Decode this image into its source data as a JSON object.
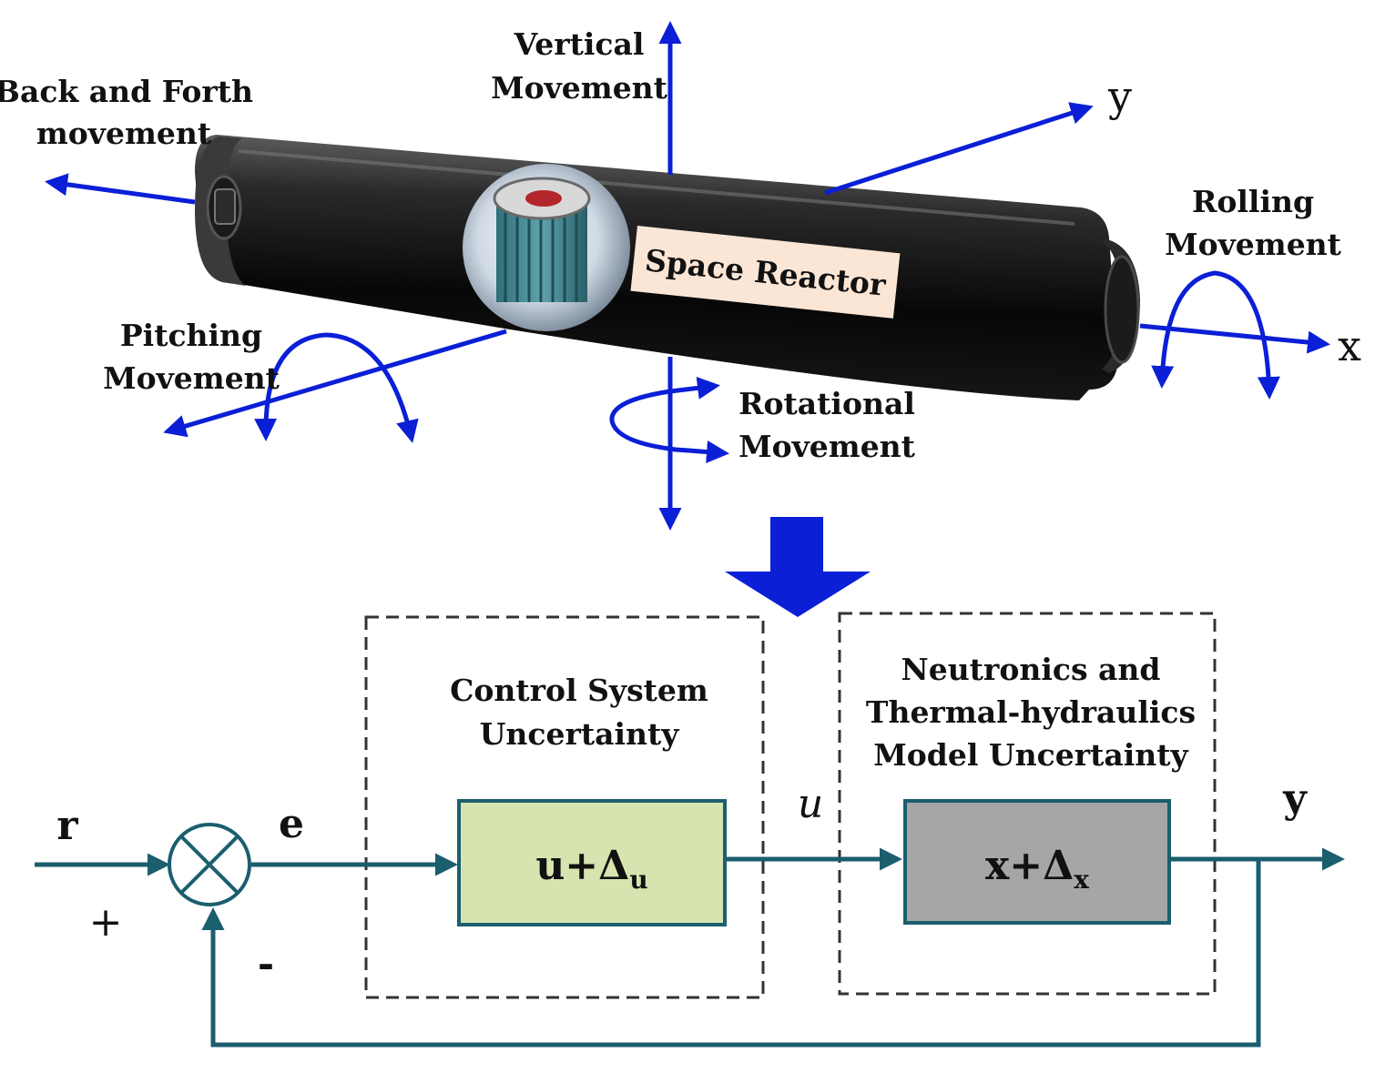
{
  "colors": {
    "arrow_blue": "#0a1fd6",
    "flow_teal": "#1b5e6e",
    "cylinder_dark": "#111111",
    "label_bg": "#fbe6d6",
    "controller_fill": "#d7e4b0",
    "plant_fill": "#a6a6a6",
    "dash": "#333333"
  },
  "top": {
    "labels": {
      "back_forth_1": "Back and Forth",
      "back_forth_2": "movement",
      "vertical_1": "Vertical",
      "vertical_2": "Movement",
      "rolling_1": "Rolling",
      "rolling_2": "Movement",
      "pitching_1": "Pitching",
      "pitching_2": "Movement",
      "rotational_1": "Rotational",
      "rotational_2": "Movement",
      "space_reactor": "Space Reactor",
      "axis_y": "y",
      "axis_x": "x"
    }
  },
  "bottom": {
    "control_box_1": "Control  System",
    "control_box_2": "Uncertainty",
    "model_box_1": "Neutronics and",
    "model_box_2": "Thermal-hydraulics",
    "model_box_3": "Model Uncertainty",
    "signal_r": "r",
    "signal_e": "e",
    "signal_u": "u",
    "signal_y": "y",
    "sign_plus": "+",
    "sign_minus": "-",
    "controller_main": "u+Δ",
    "controller_sub": "u",
    "plant_main": "x+Δ",
    "plant_sub": "x"
  }
}
